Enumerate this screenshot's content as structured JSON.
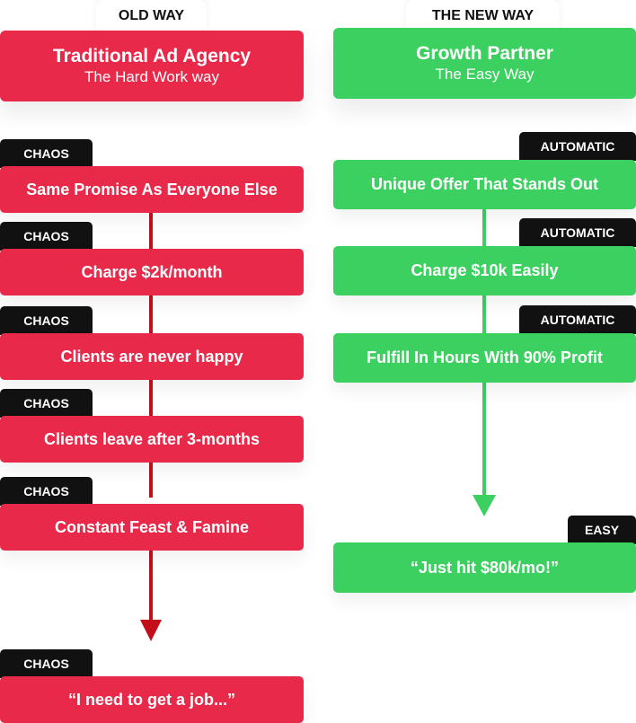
{
  "colors": {
    "old": "#e8294a",
    "new": "#3bd060",
    "tag": "#111111",
    "old_arrow": "#c40f1a"
  },
  "old_way": {
    "label": "OLD WAY",
    "title": "Traditional Ad Agency",
    "subtitle": "The Hard Work way",
    "steps": [
      {
        "tag": "CHAOS",
        "text": "Same Promise As Everyone Else"
      },
      {
        "tag": "CHAOS",
        "text": "Charge $2k/month"
      },
      {
        "tag": "CHAOS",
        "text": "Clients are never happy"
      },
      {
        "tag": "CHAOS",
        "text": "Clients leave after 3-months"
      },
      {
        "tag": "CHAOS",
        "text": "Constant Feast & Famine"
      }
    ],
    "result": {
      "tag": "CHAOS",
      "text": "“I need to get a job...”"
    }
  },
  "new_way": {
    "label": "THE NEW WAY",
    "title": "Growth Partner",
    "subtitle": "The Easy Way",
    "steps": [
      {
        "tag": "AUTOMATIC",
        "text": "Unique Offer That Stands Out"
      },
      {
        "tag": "AUTOMATIC",
        "text": "Charge $10k Easily"
      },
      {
        "tag": "AUTOMATIC",
        "text": "Fulfill In Hours With 90% Profit"
      }
    ],
    "result": {
      "tag": "EASY",
      "text": "“Just hit $80k/mo!”"
    }
  }
}
